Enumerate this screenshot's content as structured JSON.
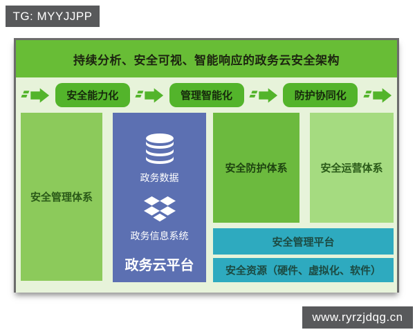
{
  "badges": {
    "top_left": "TG: MYYJJPP",
    "bottom_right": "www.ryrzjdqg.cn"
  },
  "diagram": {
    "title": "持续分析、安全可视、智能响应的政务云安全架构",
    "flow_steps": [
      {
        "label": "安全能力化"
      },
      {
        "label": "管理智能化"
      },
      {
        "label": "防护协同化"
      }
    ],
    "blocks": {
      "management_system": "安全管理体系",
      "protection_system": "安全防护体系",
      "operation_system": "安全运营体系",
      "management_platform": "安全管理平台",
      "security_resources": "安全资源（硬件、虚拟化、软件）"
    },
    "cloud_column": {
      "data_label": "政务数据",
      "info_system_label": "政务信息系统",
      "platform_label": "政务云平台"
    },
    "icons": {
      "flow": "flow-arrow-icon",
      "database": "database-icon",
      "cloud_storage": "dropbox-icon"
    },
    "colors": {
      "title_band": "#68bd36",
      "flow_button": "#53b42b",
      "management_column": "#8cca5b",
      "cloud_column": "#5c70b2",
      "protection_block": "#6cba3e",
      "operation_block": "#a5db80",
      "teal_bar": "#2eaabf",
      "frame_background": "#e7f3da",
      "badge_background": "#58595b"
    }
  }
}
